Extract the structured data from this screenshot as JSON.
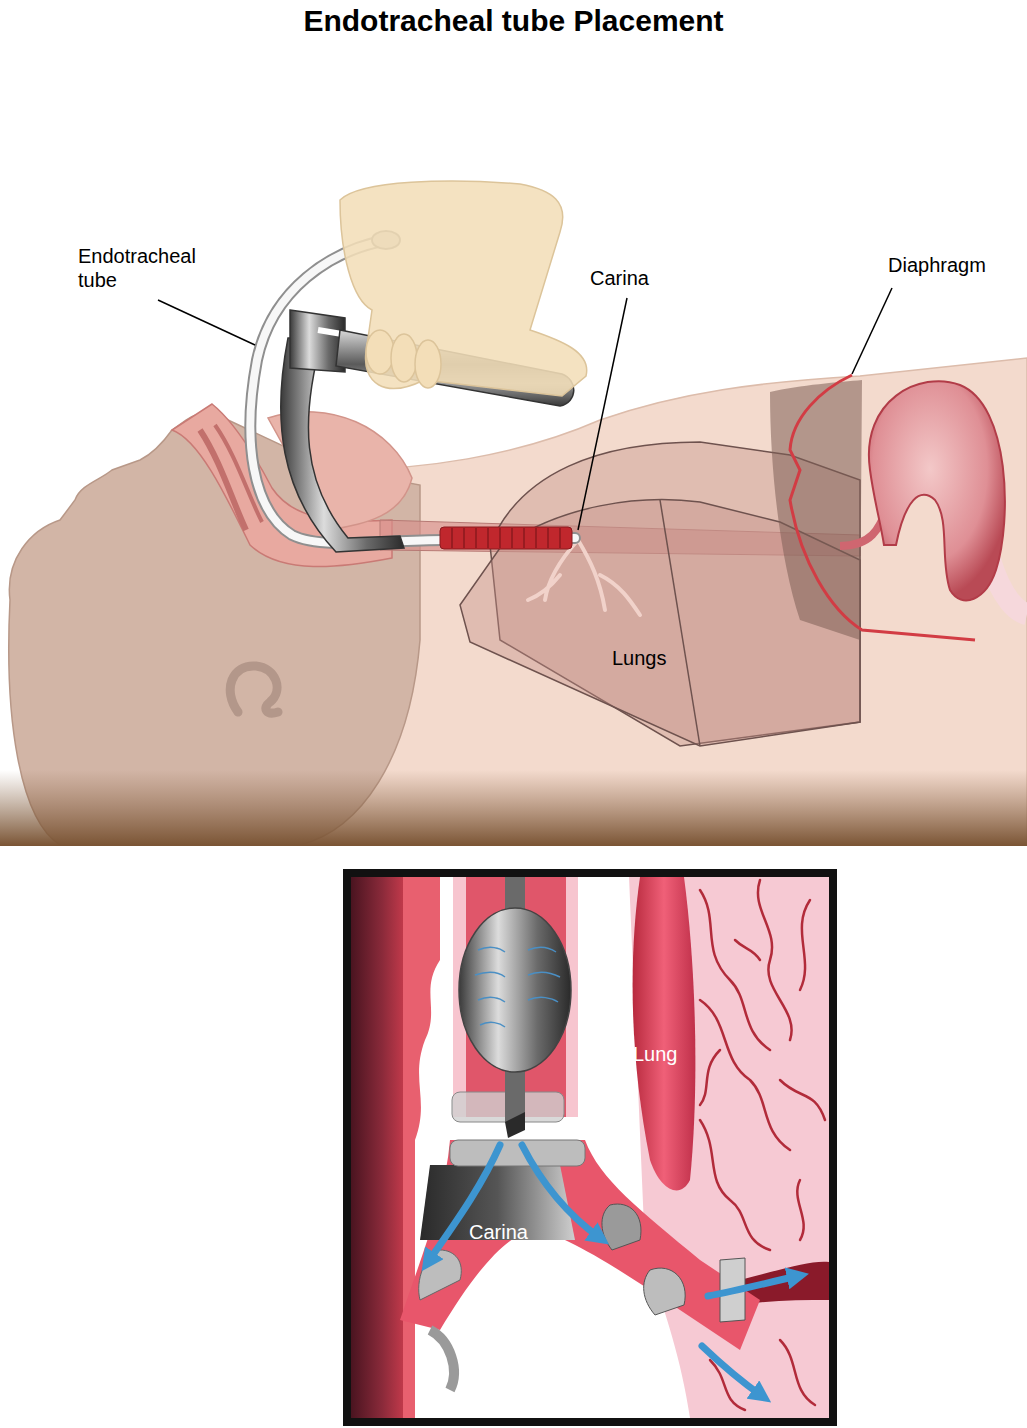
{
  "diagram": {
    "title": "Endotracheal tube Placement",
    "labels": [
      "Endotracheal tube",
      "Carina",
      "Diaphragm",
      "Lungs",
      "Lung",
      "Carina"
    ]
  }
}
